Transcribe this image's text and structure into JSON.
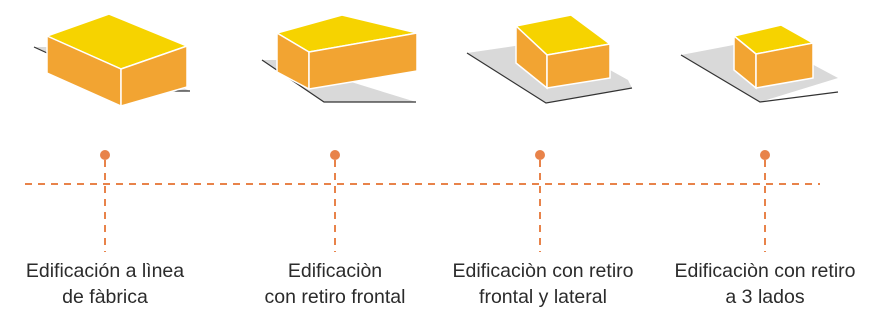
{
  "colors": {
    "box_top": "#f6d300",
    "box_side": "#f2a432",
    "box_edge": "#ffffff",
    "lot": "#d9d9d9",
    "lot_edge": "#333333",
    "timeline": "#e8834a",
    "marker": "#e8834a",
    "label_text": "#2b2b2b"
  },
  "items": [
    {
      "name": "linea-de-fabrica",
      "label_line1": "Edificación a lìnea",
      "label_line2": "de fàbrica"
    },
    {
      "name": "retiro-frontal",
      "label_line1": "Edificaciòn",
      "label_line2": "con retiro frontal"
    },
    {
      "name": "retiro-frontal-lateral",
      "label_line1": "Edificaciòn con retiro",
      "label_line2": "frontal y lateral"
    },
    {
      "name": "retiro-3-lados",
      "label_line1": "Edificaciòn con retiro",
      "label_line2": "a 3 lados"
    }
  ]
}
